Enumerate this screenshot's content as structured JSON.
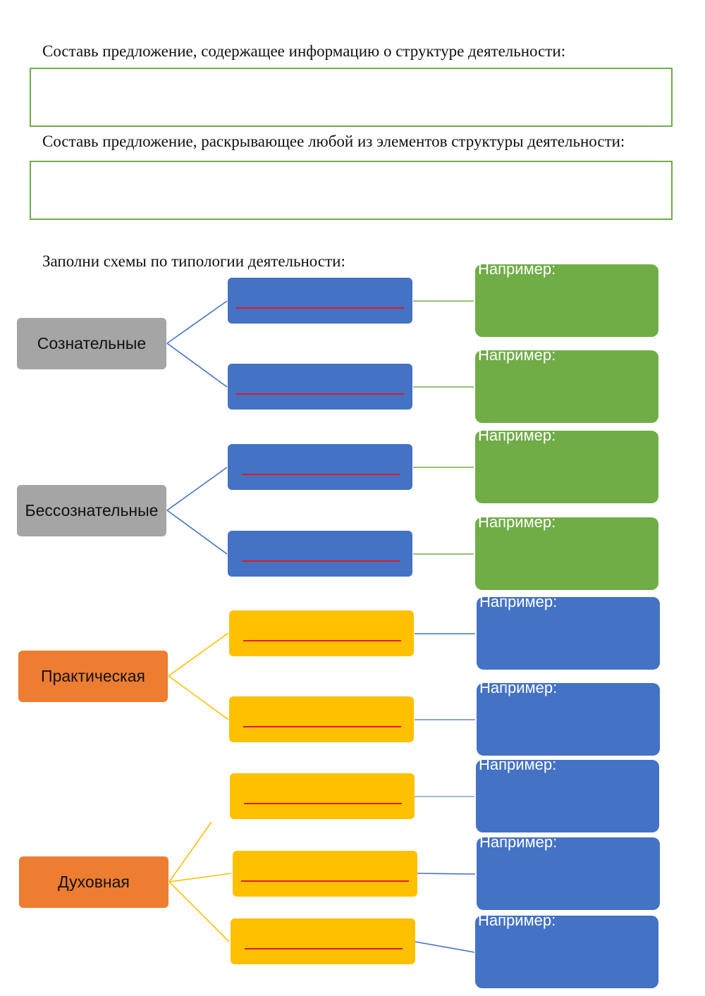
{
  "task1": {
    "prompt": "Составь предложение, содержащее информацию о структуре деятельности:"
  },
  "task2": {
    "prompt": "Составь предложение, раскрывающее любой из элементов структуры деятельности:"
  },
  "task3": {
    "prompt": "Заполни схемы по типологии деятельности:"
  },
  "categories": [
    {
      "label": "Сознательные"
    },
    {
      "label": "Бессознательные"
    },
    {
      "label": "Практическая"
    },
    {
      "label": "Духовная"
    }
  ],
  "example_label": "Например:",
  "colors": {
    "green": "#70ad47",
    "blue": "#4472c4",
    "yellow": "#ffc000",
    "gray": "#a5a5a5",
    "orange": "#ed7d31",
    "blank_line": "#e41a1c"
  }
}
